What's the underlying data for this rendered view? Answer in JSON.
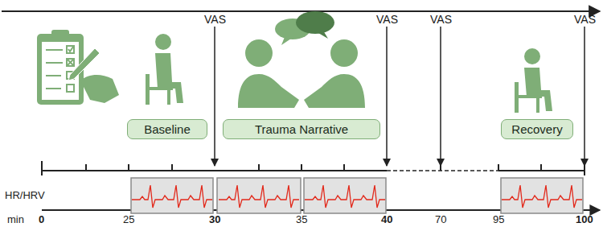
{
  "diagram": {
    "nodes": [
      {
        "text": [
          "Baseline"
        ]
      },
      {
        "text": [
          "Trauma Narrative"
        ]
      },
      {
        "text": [
          "Recovery"
        ]
      }
    ],
    "labels": [
      "VAS",
      "VAS",
      "VAS",
      "VAS",
      "HR/HRV",
      "min",
      "0",
      "25",
      "30",
      "35",
      "40",
      "70",
      "95",
      "100"
    ]
  }
}
